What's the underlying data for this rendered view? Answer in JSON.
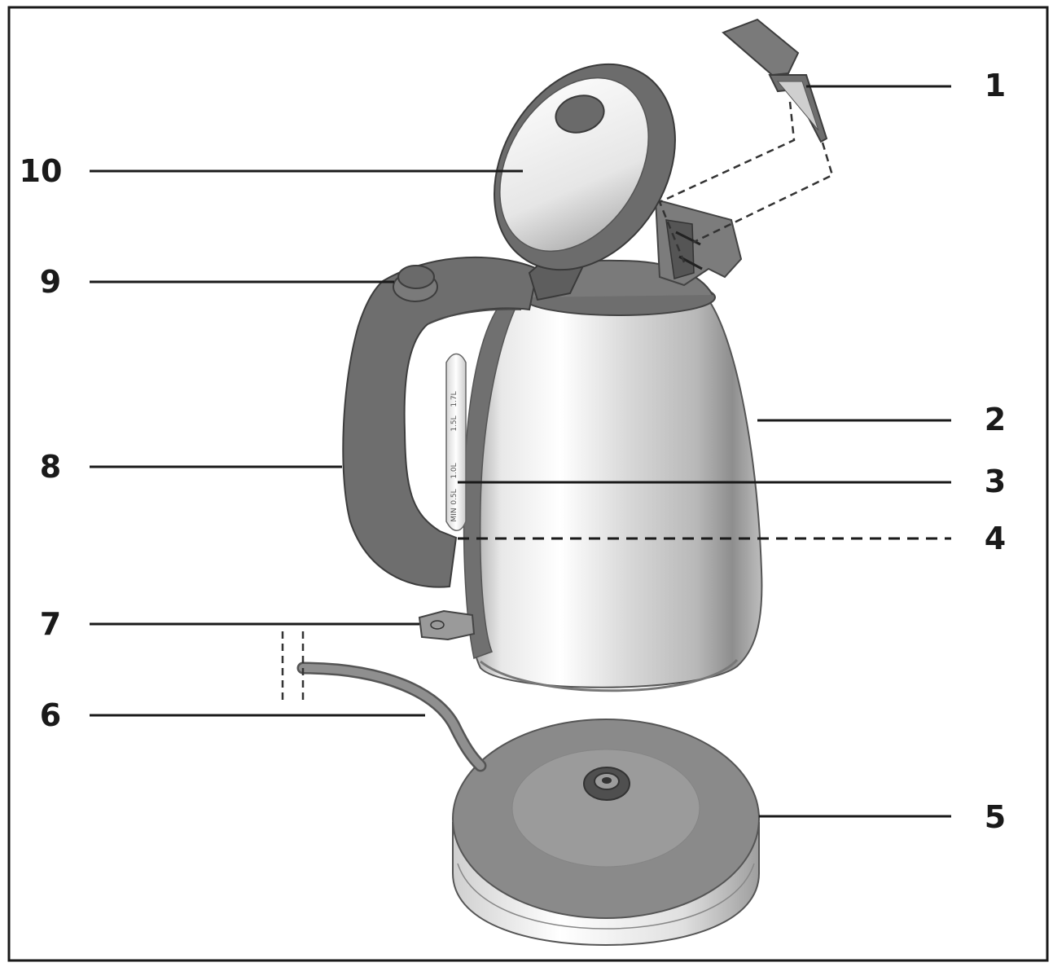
{
  "diagram": {
    "callouts": [
      {
        "id": "1",
        "label": "1"
      },
      {
        "id": "2",
        "label": "2"
      },
      {
        "id": "3",
        "label": "3"
      },
      {
        "id": "4",
        "label": "4"
      },
      {
        "id": "5",
        "label": "5"
      },
      {
        "id": "6",
        "label": "6"
      },
      {
        "id": "7",
        "label": "7"
      },
      {
        "id": "8",
        "label": "8"
      },
      {
        "id": "9",
        "label": "9"
      },
      {
        "id": "10",
        "label": "10"
      }
    ],
    "water_level_marks": [
      "1.7L",
      "1.5L",
      "1.0L",
      "0.5L",
      "MIN"
    ]
  },
  "colors": {
    "frame": "#1a1a1a",
    "dark_plastic": "#6e6e6e",
    "steel_light": "#f2f2f2",
    "steel_dark": "#a8a8a8",
    "base_top": "#8a8a8a"
  }
}
